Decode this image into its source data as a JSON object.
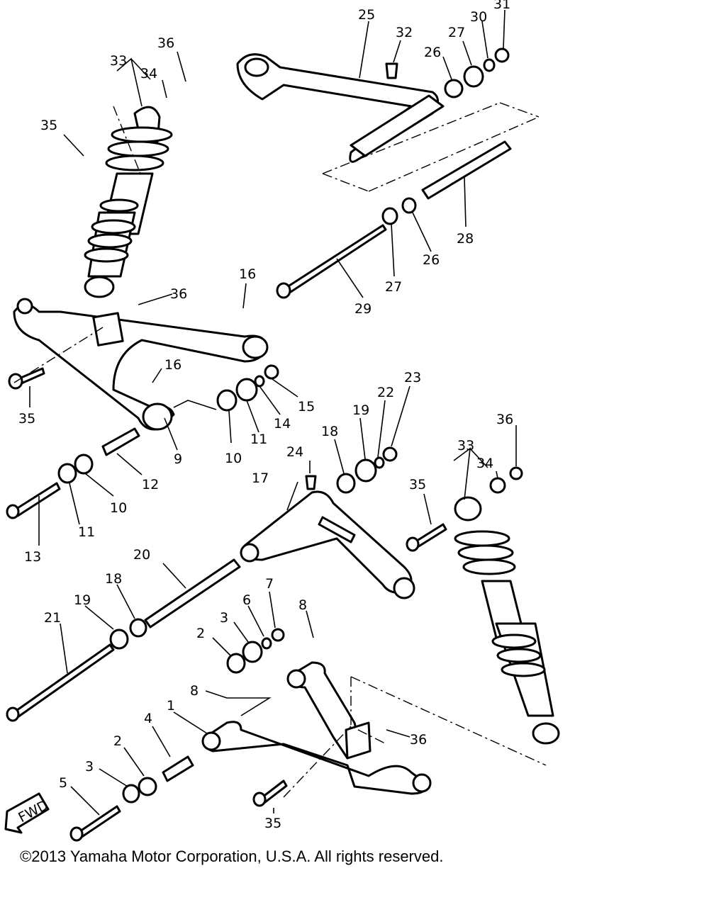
{
  "copyright": "©2013 Yamaha Motor Corporation, U.S.A. All rights reserved.",
  "fwd_label": "FWD",
  "callouts": {
    "c1": "1",
    "c2a": "2",
    "c2b": "2",
    "c3a": "3",
    "c3b": "3",
    "c4": "4",
    "c5": "5",
    "c6": "6",
    "c7": "7",
    "c8a": "8",
    "c8b": "8",
    "c9": "9",
    "c10a": "10",
    "c10b": "10",
    "c11a": "11",
    "c11b": "11",
    "c12": "12",
    "c13": "13",
    "c14": "14",
    "c15": "15",
    "c16a": "16",
    "c16b": "16",
    "c17": "17",
    "c18a": "18",
    "c18b": "18",
    "c19a": "19",
    "c19b": "19",
    "c20": "20",
    "c21": "21",
    "c22": "22",
    "c23": "23",
    "c24": "24",
    "c25": "25",
    "c26a": "26",
    "c26b": "26",
    "c27a": "27",
    "c27b": "27",
    "c28": "28",
    "c29": "29",
    "c30": "30",
    "c31": "31",
    "c32": "32",
    "c33a": "33",
    "c33b": "33",
    "c34a": "34",
    "c34b": "34",
    "c35a": "35",
    "c35b": "35",
    "c35c": "35",
    "c35d": "35",
    "c36a": "36",
    "c36b": "36",
    "c36c": "36",
    "c36d": "36"
  }
}
